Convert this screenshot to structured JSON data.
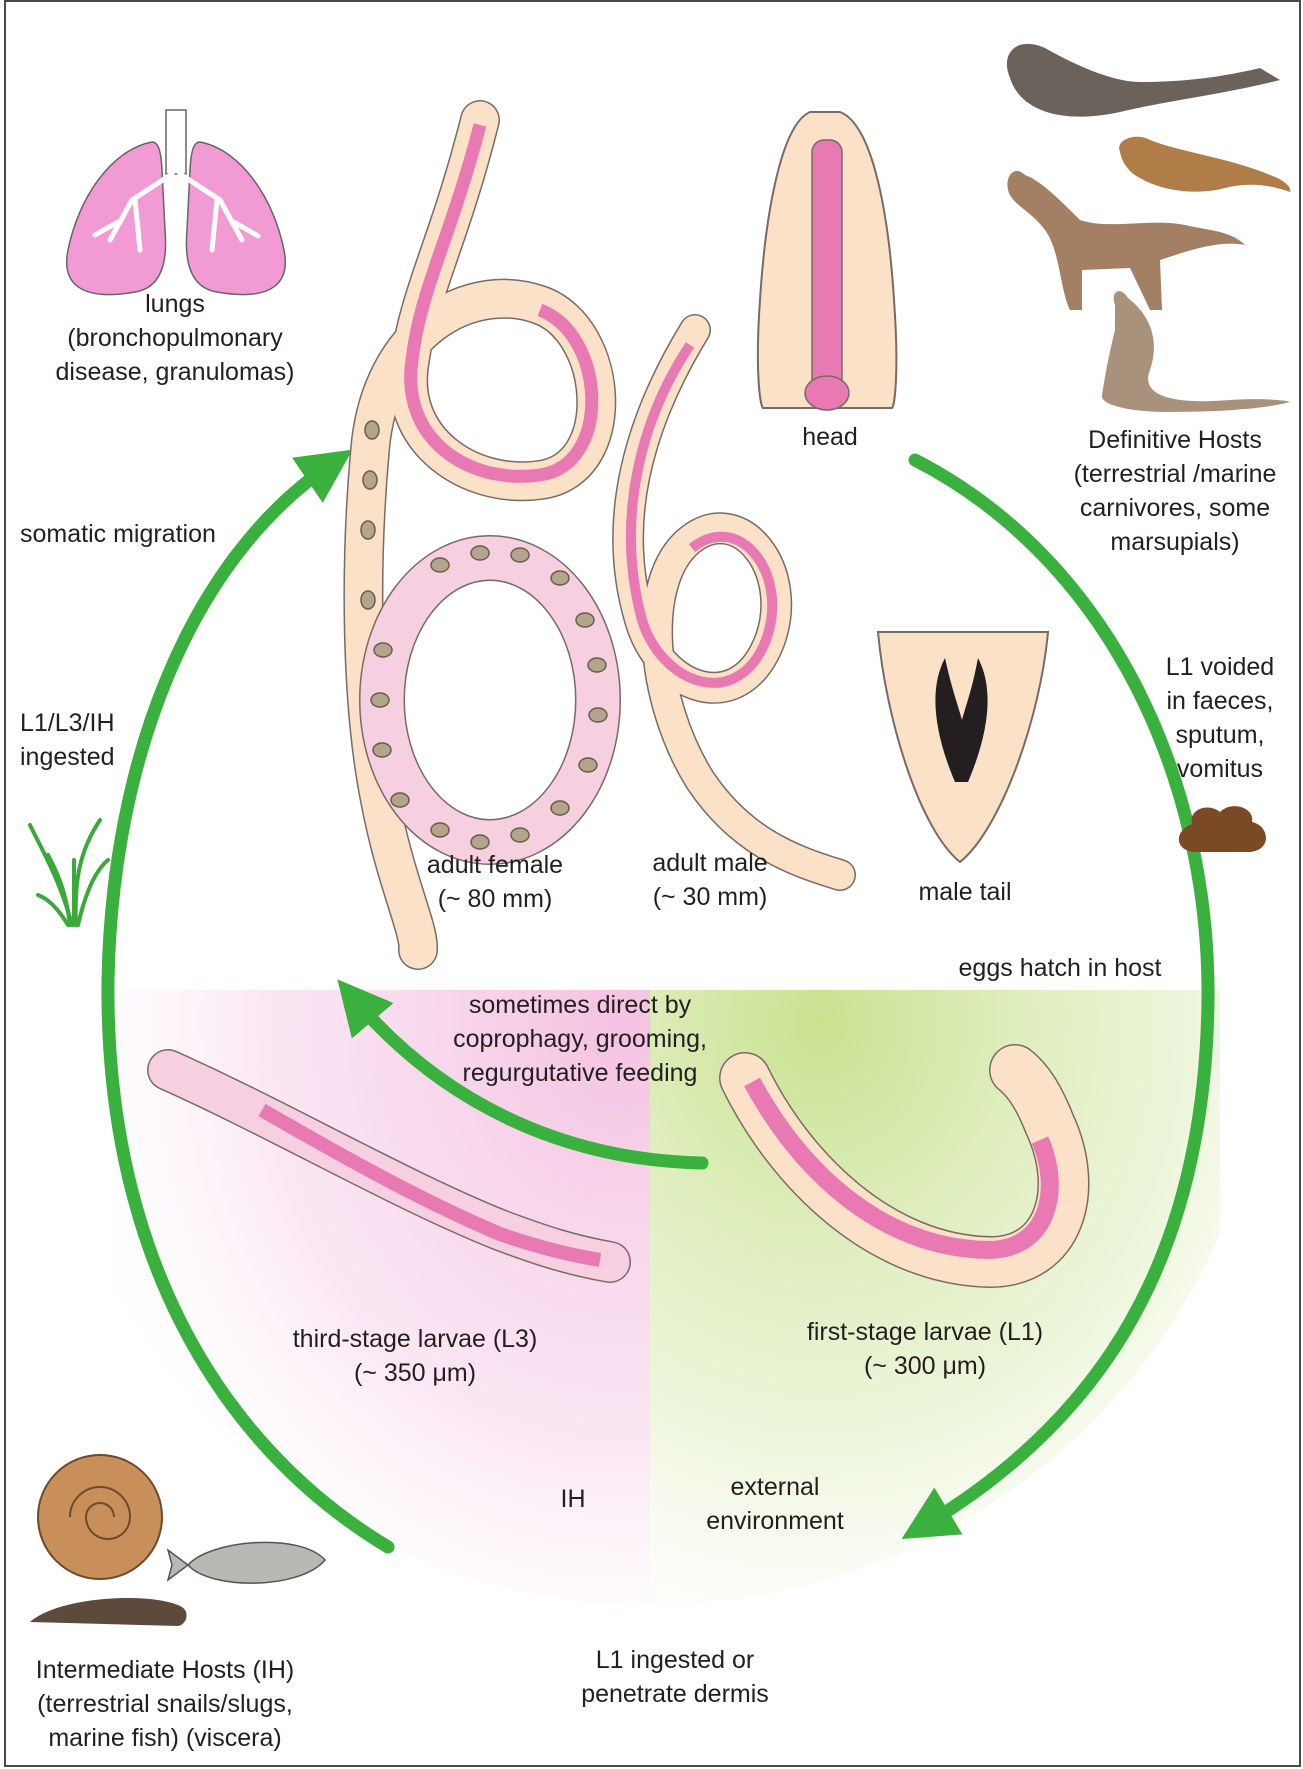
{
  "labels": {
    "lungs": [
      "lungs",
      "(bronchopulmonary",
      "disease, granulomas)"
    ],
    "head": "head",
    "definitive_hosts": [
      "Definitive Hosts",
      "(terrestrial /marine",
      "carnivores, some",
      "marsupials)"
    ],
    "somatic_migration": "somatic migration",
    "ingested": [
      "L1/L3/IH",
      "ingested"
    ],
    "l1_voided": [
      "L1 voided",
      "in faeces,",
      "sputum,",
      "vomitus"
    ],
    "adult_female": [
      "adult female",
      "(~ 80 mm)"
    ],
    "adult_male": [
      "adult male",
      "(~ 30 mm)"
    ],
    "male_tail": "male tail",
    "eggs_hatch": "eggs hatch in host",
    "direct": [
      "sometimes direct by",
      "coprophagy, grooming,",
      "regurgutative feeding"
    ],
    "l3": [
      "third-stage larvae (L3)",
      "(~ 350 μm)"
    ],
    "l1": [
      "first-stage larvae (L1)",
      "(~ 300 μm)"
    ],
    "ih": "IH",
    "external": [
      "external",
      "environment"
    ],
    "intermediate_hosts": [
      "Intermediate Hosts (IH)",
      "(terrestrial snails/slugs,",
      "marine fish) (viscera)"
    ],
    "l1_ingested": [
      "L1 ingested or",
      "penetrate dermis"
    ]
  },
  "colors": {
    "arrow": "#3ab03e",
    "worm_body": "#fbe1c8",
    "worm_gut": "#e879b3",
    "egg": "#b3a58c",
    "lungs": "#f29ad3",
    "ih_zone": "#f4bfe0",
    "env_zone": "#cfe59a"
  },
  "icons": [
    "lungs-icon",
    "seal-icon",
    "weasel-icon",
    "dog-icon",
    "wallaby-icon",
    "faeces-icon",
    "grass-icon",
    "snail-icon",
    "slug-icon",
    "fish-icon"
  ]
}
